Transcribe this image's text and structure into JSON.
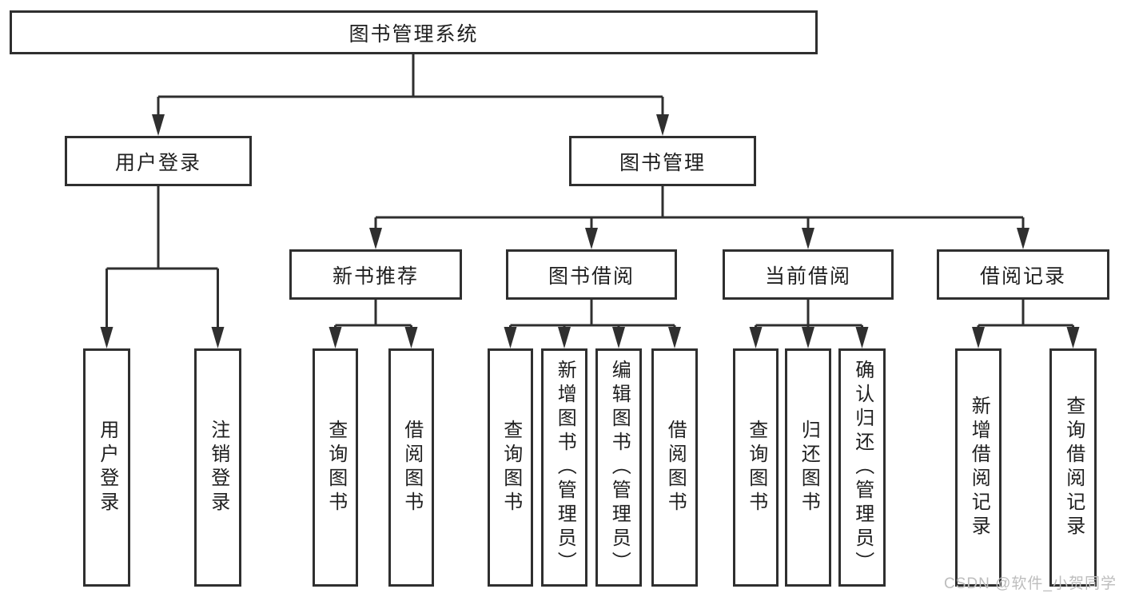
{
  "title": "图书管理系统",
  "watermark": {
    "text": "CSDN @软件_小贺同学"
  },
  "colors": {
    "line": "#2f2f2f",
    "box_border": "#2f2f2f",
    "text": "#1f1f1f",
    "background": "#ffffff",
    "watermark": "#bdbdbd"
  },
  "tree": {
    "label": "图书管理系统",
    "children": [
      {
        "label": "用户登录",
        "children": [
          {
            "label": "用户登录"
          },
          {
            "label": "注销登录"
          }
        ]
      },
      {
        "label": "图书管理",
        "children": [
          {
            "label": "新书推荐",
            "children": [
              {
                "label": "查询图书"
              },
              {
                "label": "借阅图书"
              }
            ]
          },
          {
            "label": "图书借阅",
            "children": [
              {
                "label": "查询图书"
              },
              {
                "label": "新增图书（管理员）"
              },
              {
                "label": "编辑图书（管理员）"
              },
              {
                "label": "借阅图书"
              }
            ]
          },
          {
            "label": "当前借阅",
            "children": [
              {
                "label": "查询图书"
              },
              {
                "label": "归还图书"
              },
              {
                "label": "确认归还（管理员）"
              }
            ]
          },
          {
            "label": "借阅记录",
            "children": [
              {
                "label": "新增借阅记录"
              },
              {
                "label": "查询借阅记录"
              }
            ]
          }
        ]
      }
    ]
  }
}
